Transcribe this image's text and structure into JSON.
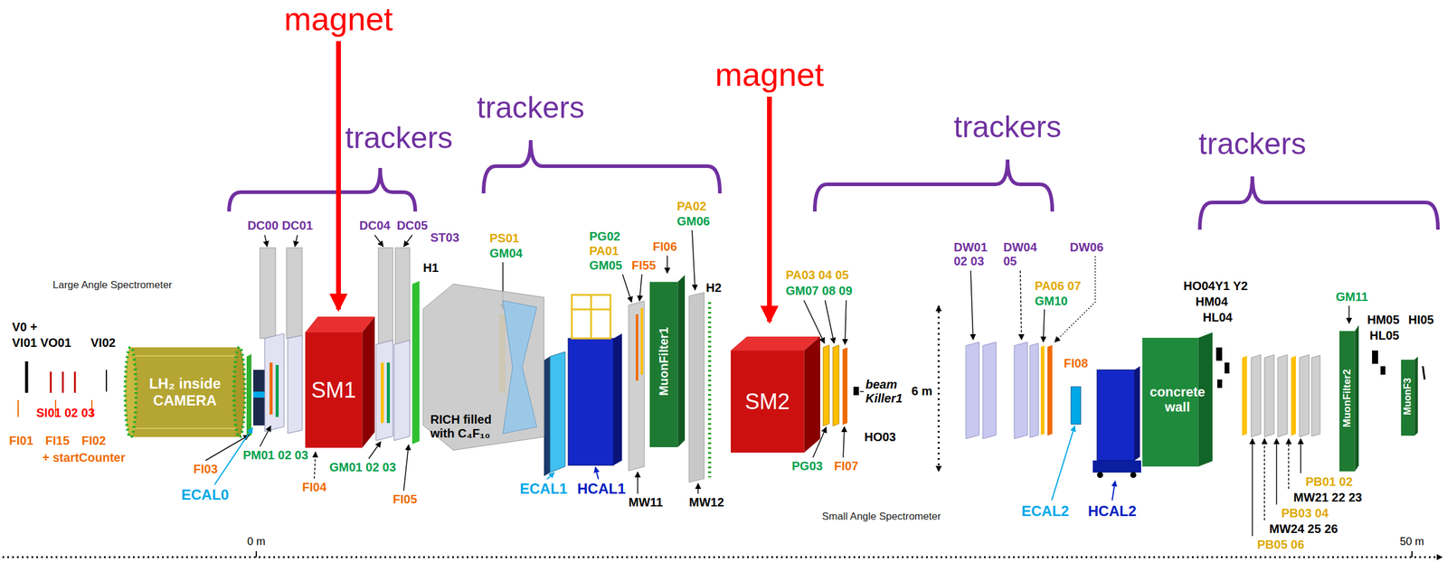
{
  "diagram": {
    "nodes": [
      {
        "text": [
          "LH₂ inside CAMERA"
        ]
      },
      {
        "text": [
          "SM1"
        ]
      },
      {
        "text": [
          "RICH filled with C₄F₁₀"
        ]
      },
      {
        "text": [
          "MuonFilter1"
        ]
      },
      {
        "text": [
          "SM2"
        ]
      },
      {
        "text": [
          "concrete wall"
        ]
      },
      {
        "text": [
          "MuonFilter2"
        ]
      },
      {
        "text": [
          "MuonF3"
        ]
      }
    ],
    "labels": [
      "magnet",
      "trackers",
      "trackers",
      "magnet",
      "trackers",
      "trackers",
      "Large Angle Spectrometer",
      "V0 +",
      "VI01 VO01",
      "VI02",
      "SI01 02 03",
      "FI01",
      "FI15",
      "FI02",
      "+ startCounter",
      "DC00",
      "DC01",
      "DC04",
      "DC05",
      "ST03",
      "H1",
      "FI03",
      "PM01 02 03",
      "ECAL0",
      "FI04",
      "GM01 02 03",
      "FI05",
      "PS01",
      "GM04",
      "PG02",
      "PA01",
      "GM05",
      "FI55",
      "FI06",
      "PA02",
      "GM06",
      "H2",
      "ECAL1",
      "HCAL1",
      "MW11",
      "MW12",
      "PA03 04 05",
      "GM07 08 09",
      "HO03",
      "PG03",
      "FI07",
      "beam Killer1",
      "6 m",
      "Small Angle Spectrometer",
      "DW01 02 03",
      "DW04 05",
      "DW06",
      "PA06 07",
      "GM10",
      "FI08",
      "ECAL2",
      "HCAL2",
      "HO04Y1 Y2",
      "HM04",
      "HL04",
      "GM11",
      "HM05",
      "HL05",
      "HI05",
      "PB01 02",
      "MW21 22 23",
      "PB03 04",
      "MW24 25 26",
      "PB05 06",
      "0 m",
      "50 m"
    ]
  }
}
